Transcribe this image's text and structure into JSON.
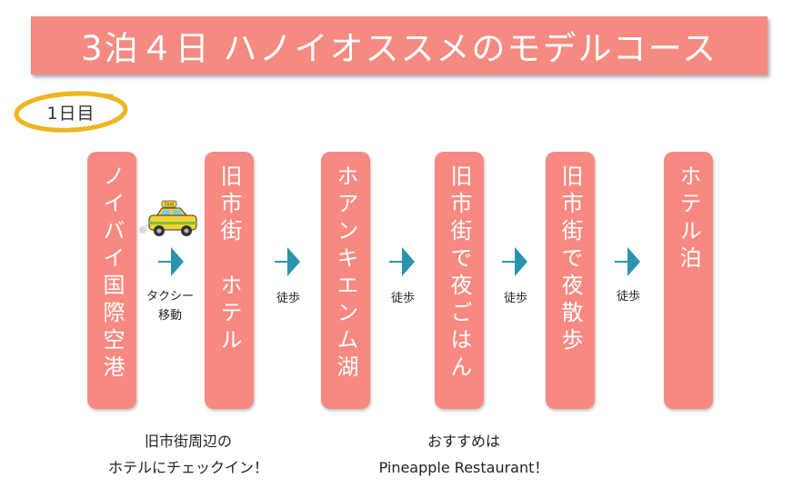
{
  "title": "3泊４日 ハノイオススメのモデルコース",
  "day_label": "1日目",
  "steps": [
    "ノイバイ国際空港",
    "旧市街　ホテル",
    "ホアンキエンム湖",
    "旧市街で夜ごはん",
    "旧市街で夜散歩",
    "ホテル泊"
  ],
  "moves": [
    "タクシー\n移動",
    "徒歩",
    "徒歩",
    "徒歩",
    "徒歩"
  ],
  "notes": {
    "hotel": [
      "旧市街周辺の",
      "ホテルにチェックイン！"
    ],
    "restaurant": [
      "おすすめは",
      "Pineapple Restaurant！"
    ]
  },
  "taxi_sign": "TAXI",
  "colors": {
    "banner": "#F48A80",
    "pillar": "#F88980",
    "arrow": "#2A94AE",
    "ring": "#EDB61E"
  },
  "icons": [
    "taxi-icon",
    "arrow-right-icon"
  ]
}
